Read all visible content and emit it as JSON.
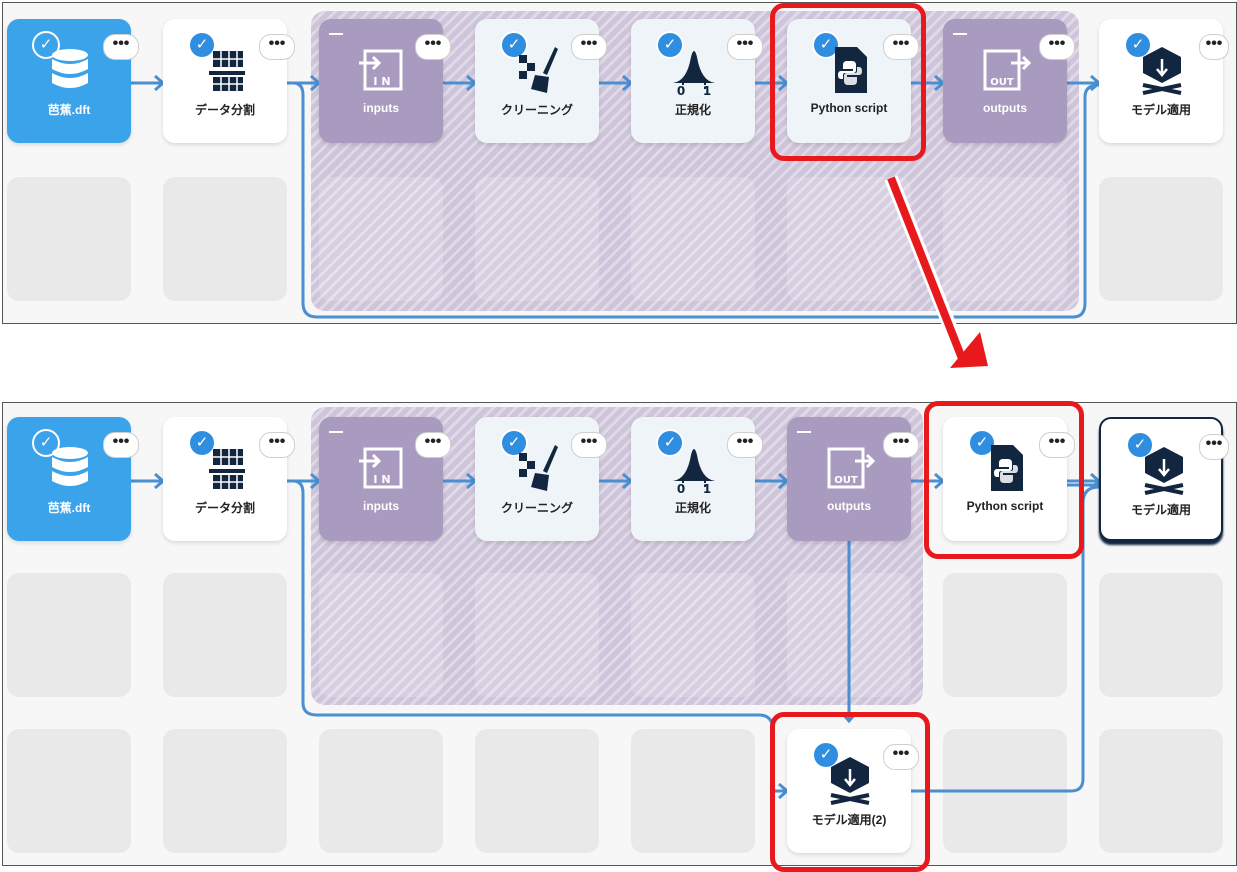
{
  "top": {
    "nodes": {
      "source": "芭蕉.dft",
      "split": "データ分割",
      "inputs": "inputs",
      "cleaning": "クリーニング",
      "normalize": "正規化",
      "python": "Python script",
      "outputs": "outputs",
      "apply_model": "モデル適用"
    }
  },
  "bottom": {
    "nodes": {
      "source": "芭蕉.dft",
      "split": "データ分割",
      "inputs": "inputs",
      "cleaning": "クリーニング",
      "normalize": "正規化",
      "outputs": "outputs",
      "python": "Python script",
      "apply_model": "モデル適用",
      "apply_model_2": "モデル適用(2)"
    }
  },
  "icon_text": {
    "in": "I N",
    "out": "OUT",
    "zero": "0",
    "one": "1",
    "more": "•••",
    "check": "✓"
  },
  "colors": {
    "highlight": "#e8191d",
    "wire": "#4a8fcf",
    "node_blue": "#3aa3ea",
    "group_purple": "#a99bbf",
    "check_blue": "#2f8ee0"
  }
}
